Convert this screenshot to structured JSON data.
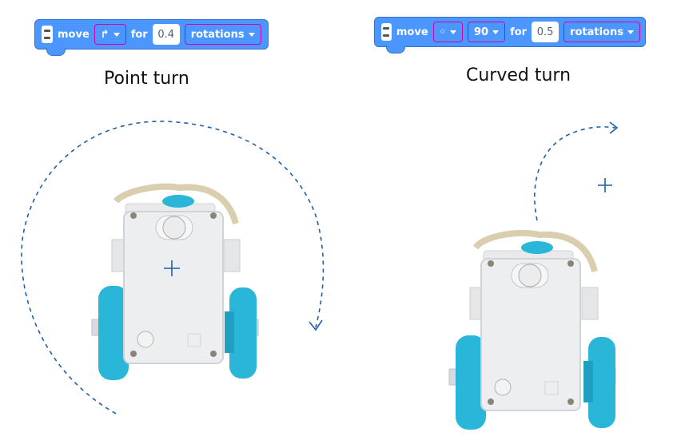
{
  "point_turn": {
    "heading": "Point turn",
    "block": {
      "verb": "move",
      "direction_glyph": "↱",
      "for_label": "for",
      "amount": "0.4",
      "unit": "rotations"
    }
  },
  "curved_turn": {
    "heading": "Curved turn",
    "block": {
      "verb": "move",
      "direction_glyph": "◦",
      "angle": "90",
      "for_label": "for",
      "amount": "0.5",
      "unit": "rotations"
    }
  },
  "colors": {
    "block_blue": "#4c97ff",
    "dropdown_outline": "#d400a6",
    "path_dash": "#1f5fa8",
    "wheel": "#29b6d9",
    "body": "#e6e8ea"
  }
}
